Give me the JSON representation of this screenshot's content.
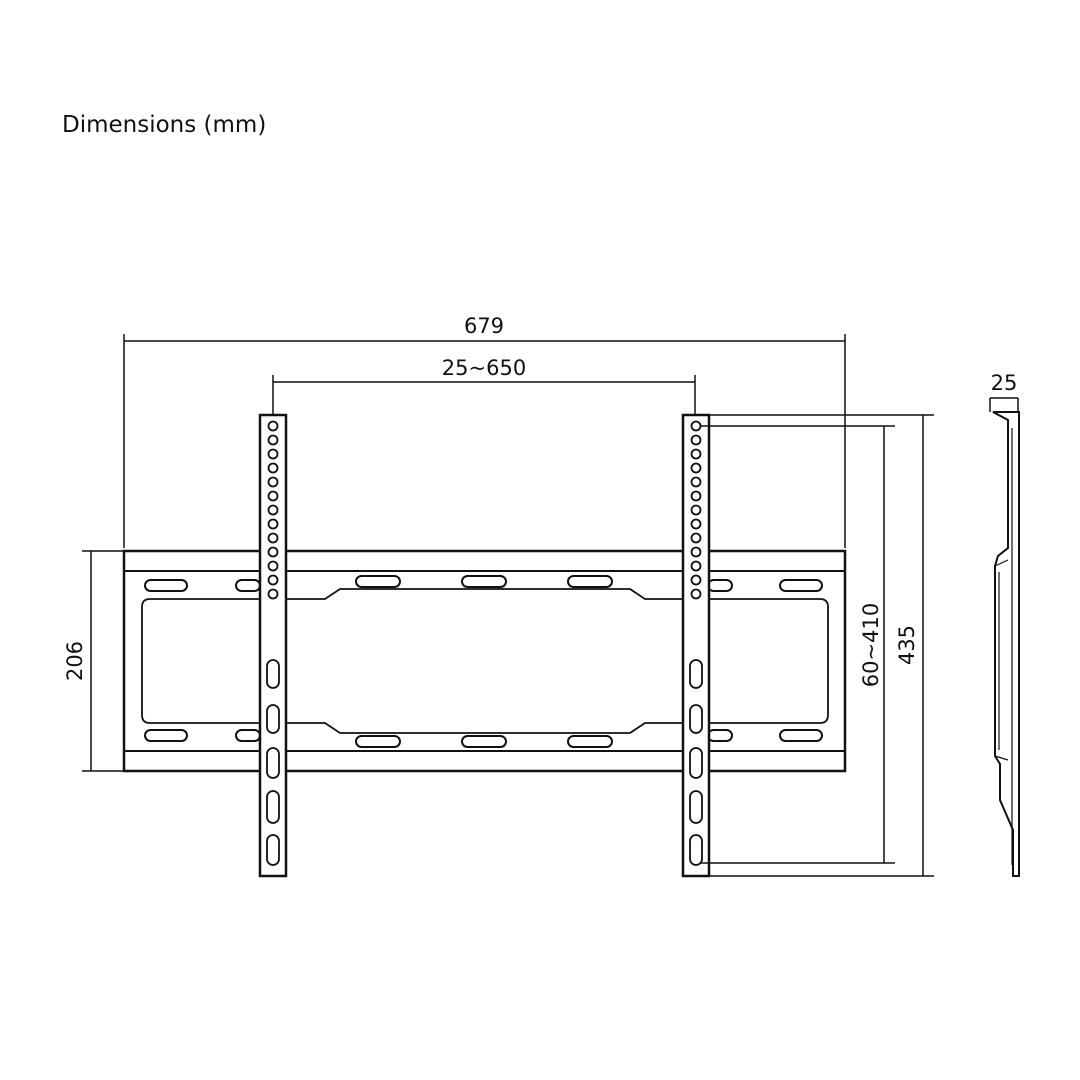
{
  "title": "Dimensions (mm)",
  "dimensions": {
    "overall_width": "679",
    "rail_spacing": "25~650",
    "plate_height": "206",
    "hole_range": "60~410",
    "overall_height": "435",
    "depth": "25"
  },
  "colors": {
    "ink": "#111111",
    "background": "#ffffff"
  }
}
